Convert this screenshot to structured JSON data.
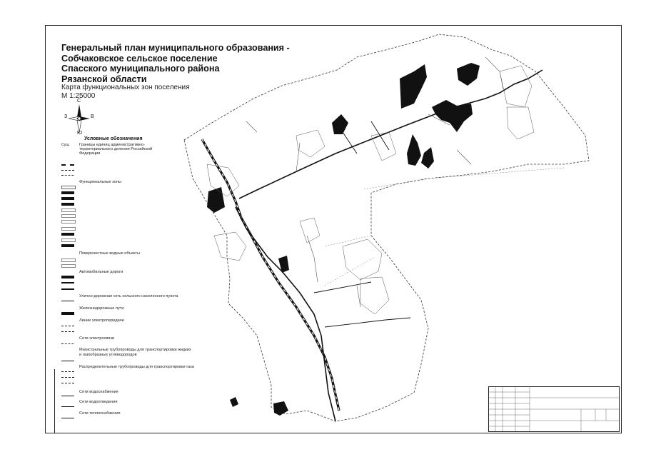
{
  "title_lines": [
    "Генеральный план муниципального образования -",
    "Собчаковское сельское поселение",
    "Спасского муниципального района",
    "Рязанской области"
  ],
  "subtitle": "Карта функциональных зон поселения",
  "scale": "М 1:25000",
  "compass": {
    "n": "С",
    "s": "Ю",
    "w": "З",
    "e": "В"
  },
  "legend_title": "Условные обозначения",
  "legend_heads": [
    "Границы единиц административно-территориального деления Российской Федерации",
    "Функциональные зоны",
    "Поверхностные водные объекты",
    "Автомобильные дороги",
    "Улично-дорожная сеть сельского населенного пункта",
    "Железнодорожные пути",
    "Линии электропередачи",
    "Сети электросвязи",
    "Магистральные трубопроводы для транспортировки жидких и газообразных углеводородов",
    "Распределительные трубопроводы для транспортировки газа",
    "Сети водоснабжения",
    "Сети водоотведения",
    "Сети теплоснабжения"
  ],
  "left_mark": "Сущ."
}
